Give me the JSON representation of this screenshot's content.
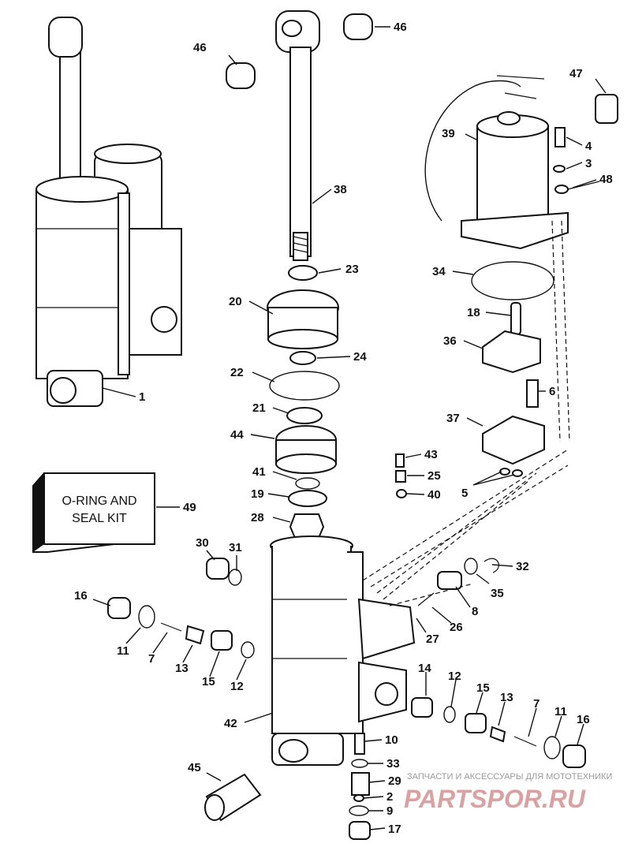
{
  "kit_box": {
    "line1": "O-RING AND",
    "line2": "SEAL KIT"
  },
  "watermark": {
    "tagline": "ЗАПЧАСТИ И АКСЕССУАРЫ ДЛЯ МОТОТЕХНИКИ",
    "logo": "PARTSPOR.RU"
  },
  "callouts": [
    {
      "id": "46a",
      "text": "46"
    },
    {
      "id": "46b",
      "text": "46"
    },
    {
      "id": "47",
      "text": "47"
    },
    {
      "id": "39",
      "text": "39"
    },
    {
      "id": "4",
      "text": "4"
    },
    {
      "id": "3",
      "text": "3"
    },
    {
      "id": "48",
      "text": "48"
    },
    {
      "id": "38",
      "text": "38"
    },
    {
      "id": "23",
      "text": "23"
    },
    {
      "id": "34",
      "text": "34"
    },
    {
      "id": "20",
      "text": "20"
    },
    {
      "id": "18",
      "text": "18"
    },
    {
      "id": "36",
      "text": "36"
    },
    {
      "id": "24",
      "text": "24"
    },
    {
      "id": "22",
      "text": "22"
    },
    {
      "id": "1",
      "text": "1"
    },
    {
      "id": "6",
      "text": "6"
    },
    {
      "id": "21",
      "text": "21"
    },
    {
      "id": "37",
      "text": "37"
    },
    {
      "id": "44",
      "text": "44"
    },
    {
      "id": "43",
      "text": "43"
    },
    {
      "id": "41",
      "text": "41"
    },
    {
      "id": "25",
      "text": "25"
    },
    {
      "id": "5",
      "text": "5"
    },
    {
      "id": "19",
      "text": "19"
    },
    {
      "id": "40",
      "text": "40"
    },
    {
      "id": "49",
      "text": "49"
    },
    {
      "id": "28",
      "text": "28"
    },
    {
      "id": "30",
      "text": "30"
    },
    {
      "id": "31",
      "text": "31"
    },
    {
      "id": "32",
      "text": "32"
    },
    {
      "id": "16a",
      "text": "16"
    },
    {
      "id": "35",
      "text": "35"
    },
    {
      "id": "8",
      "text": "8"
    },
    {
      "id": "26",
      "text": "26"
    },
    {
      "id": "27",
      "text": "27"
    },
    {
      "id": "11a",
      "text": "11"
    },
    {
      "id": "7a",
      "text": "7"
    },
    {
      "id": "13a",
      "text": "13"
    },
    {
      "id": "15a",
      "text": "15"
    },
    {
      "id": "12a",
      "text": "12"
    },
    {
      "id": "14",
      "text": "14"
    },
    {
      "id": "12b",
      "text": "12"
    },
    {
      "id": "15b",
      "text": "15"
    },
    {
      "id": "13b",
      "text": "13"
    },
    {
      "id": "7b",
      "text": "7"
    },
    {
      "id": "11b",
      "text": "11"
    },
    {
      "id": "16b",
      "text": "16"
    },
    {
      "id": "42",
      "text": "42"
    },
    {
      "id": "10",
      "text": "10"
    },
    {
      "id": "45",
      "text": "45"
    },
    {
      "id": "33",
      "text": "33"
    },
    {
      "id": "29",
      "text": "29"
    },
    {
      "id": "2",
      "text": "2"
    },
    {
      "id": "9",
      "text": "9"
    },
    {
      "id": "17",
      "text": "17"
    }
  ]
}
